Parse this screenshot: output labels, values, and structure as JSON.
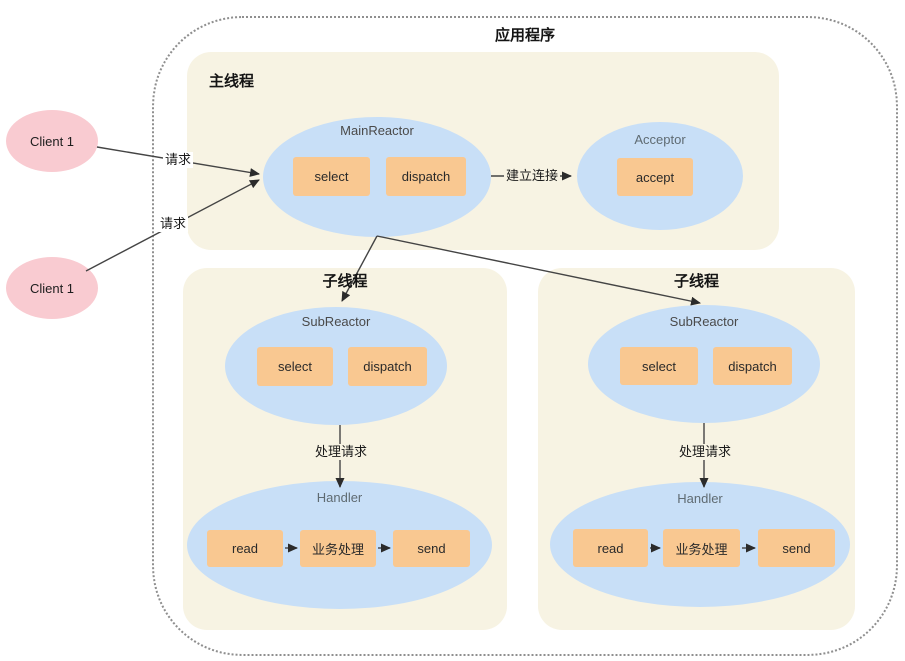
{
  "title": "应用程序",
  "clients": [
    {
      "label": "Client 1"
    },
    {
      "label": "Client 1"
    }
  ],
  "request_labels": [
    "请求",
    "请求"
  ],
  "main_thread": {
    "label": "主线程",
    "reactor": {
      "title": "MainReactor",
      "select": "select",
      "dispatch": "dispatch"
    },
    "connect_label": "建立连接",
    "acceptor": {
      "title": "Acceptor",
      "accept": "accept"
    }
  },
  "sub_threads": [
    {
      "label": "子线程",
      "reactor": {
        "title": "SubReactor",
        "select": "select",
        "dispatch": "dispatch"
      },
      "handle_label": "处理请求",
      "handler": {
        "title": "Handler",
        "read": "read",
        "business": "业务处理",
        "send": "send"
      }
    },
    {
      "label": "子线程",
      "reactor": {
        "title": "SubReactor",
        "select": "select",
        "dispatch": "dispatch"
      },
      "handle_label": "处理请求",
      "handler": {
        "title": "Handler",
        "read": "read",
        "business": "业务处理",
        "send": "send"
      }
    }
  ],
  "colors": {
    "client_pink": "#f9cbd1",
    "node_blue": "#c8dff7",
    "op_orange": "#f9c891",
    "panel_beige": "#f7f3e3",
    "boundary_gray": "#8f8f8f",
    "arrow_black": "#333333"
  }
}
